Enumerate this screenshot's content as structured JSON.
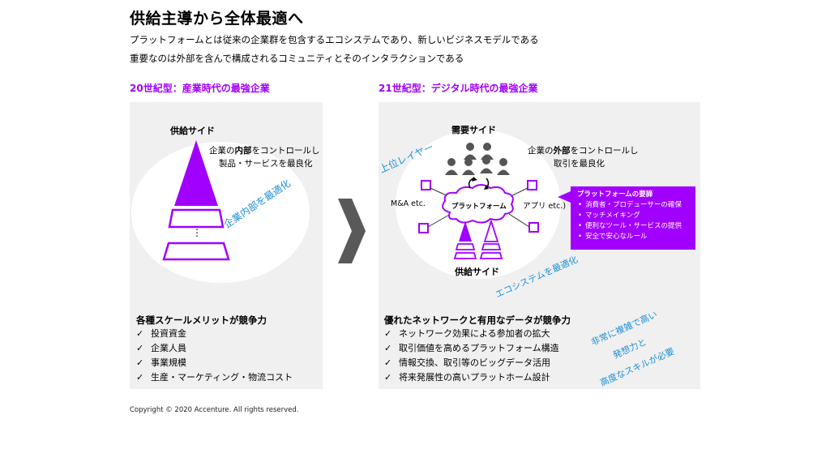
{
  "title": "供給主導から全体最適へ",
  "subtitle1": "プラットフォームとは従来の企業群を包含するエコシステムであり、新しいビジネスモデルである",
  "subtitle2": "重要なのは外部を含んで構成されるコミュニティとそのインタラクションである",
  "left": {
    "heading": "20世紀型：産業時代の最強企業",
    "supply_label": "供給サイド",
    "desc_line1_pre": "企業の",
    "desc_line1_bold": "内部",
    "desc_line1_post": "をコントロールし",
    "desc_line2": "製品・サービスを最良化",
    "ellipsis": "⋮",
    "diag_label": "企業内部を最適化",
    "list_title": "各種スケールメリットが競争力",
    "list": [
      "投資資金",
      "企業人員",
      "事業規模",
      "生産・マーケティング・物流コスト"
    ]
  },
  "right": {
    "heading": "21世紀型：デジタル時代の最強企業",
    "demand_label": "需要サイド",
    "supply_label": "供給サイド",
    "desc_line1_pre": "企業の",
    "desc_line1_bold": "外部",
    "desc_line1_post": "をコントロールし",
    "desc_line2": "取引を最良化",
    "upper_layer": "上位レイヤー",
    "ma_label": "M&A etc.",
    "app_label": "アプリ etc.)",
    "cloud_label": "プラットフォーム",
    "eco_label": "エコシステムを最適化",
    "list_title": "優れたネットワークと有用なデータが競争力",
    "list": [
      "ネットワーク効果による参加者の拡大",
      "取引価値を高めるプラットフォーム構造",
      "情報交換、取引等のビッグデータ活用",
      "将来発展性の高いプラットホーム設計"
    ],
    "skill_line1": "非常に複雑で高い",
    "skill_line2": "発想力と",
    "skill_line3": "高度なスキルが必要"
  },
  "callout": {
    "title": "プラットフォームの要諦",
    "items": [
      "消費者・プロデューサーの確保",
      "マッチメイキング",
      "便利なツール・サービスの提供",
      "安全で安心なルール"
    ]
  },
  "check_mark": "✓",
  "copyright": "Copyright © 2020 Accenture. All rights reserved.",
  "colors": {
    "accent": "#a100ff",
    "blue": "#1e90d6",
    "panel": "#f0f0f0",
    "people": "#555555",
    "chevron": "#595959"
  }
}
